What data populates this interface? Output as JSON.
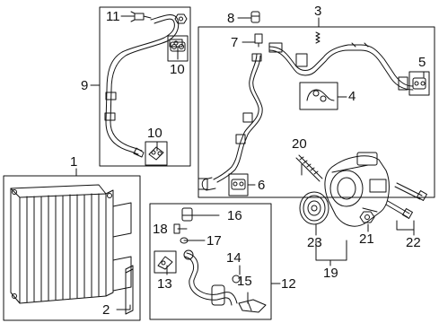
{
  "callouts": {
    "c1": "1",
    "c2": "2",
    "c3": "3",
    "c4": "4",
    "c5": "5",
    "c6": "6",
    "c7": "7",
    "c8": "8",
    "c9": "9",
    "c10a": "10",
    "c10b": "10",
    "c11": "11",
    "c12": "12",
    "c13": "13",
    "c14": "14",
    "c15": "15",
    "c16": "16",
    "c17": "17",
    "c18": "18",
    "c19": "19",
    "c20": "20",
    "c21": "21",
    "c22": "22",
    "c23": "23"
  },
  "colors": {
    "line": "#111111",
    "background": "#ffffff"
  }
}
